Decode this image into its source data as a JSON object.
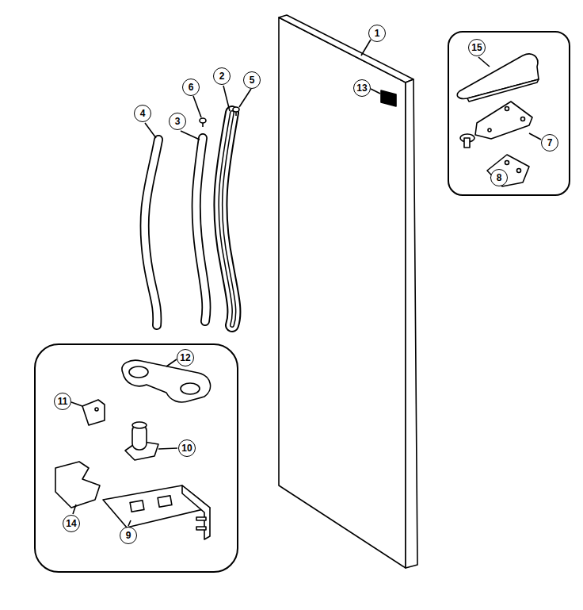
{
  "diagram": {
    "labels": [
      "1",
      "15",
      "2",
      "5",
      "6",
      "13",
      "4",
      "3",
      "7",
      "8",
      "12",
      "11",
      "10",
      "14",
      "9"
    ]
  }
}
